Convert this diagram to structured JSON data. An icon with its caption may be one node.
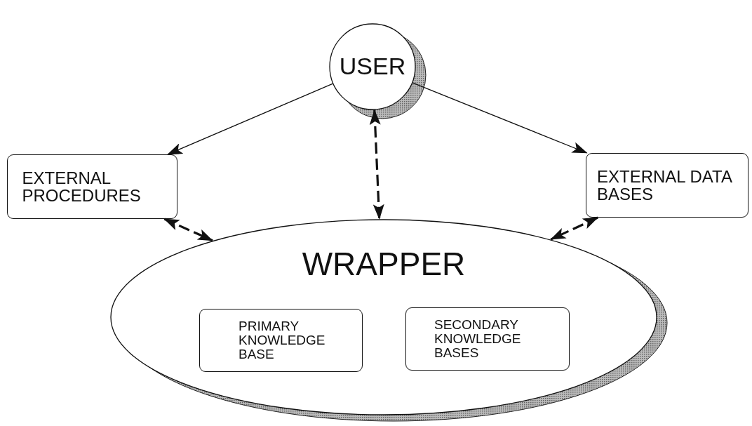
{
  "diagram": {
    "nodes": [
      {
        "text": [
          "USER"
        ]
      },
      {
        "text": [
          "EXTERNAL PROCEDURES"
        ]
      },
      {
        "text": [
          "EXTERNAL DATA BASES"
        ]
      },
      {
        "text": [
          "WRAPPER"
        ]
      },
      {
        "text": [
          "PRIMARY KNOWLEDGE BASE"
        ],
        "in": 3
      },
      {
        "text": [
          "SECONDARY KNOWLEDGE BASES"
        ],
        "in": 3
      }
    ],
    "edges": [
      {
        "from": 0,
        "to": 1,
        "arrow": "to"
      },
      {
        "from": 0,
        "to": 2,
        "arrow": "to"
      },
      {
        "from": 0,
        "to": 3,
        "arrow": "both",
        "style": "dashed"
      },
      {
        "from": 1,
        "to": 3,
        "arrow": "both",
        "style": "dashed"
      },
      {
        "from": 2,
        "to": 3,
        "arrow": "both",
        "style": "dashed"
      }
    ]
  }
}
